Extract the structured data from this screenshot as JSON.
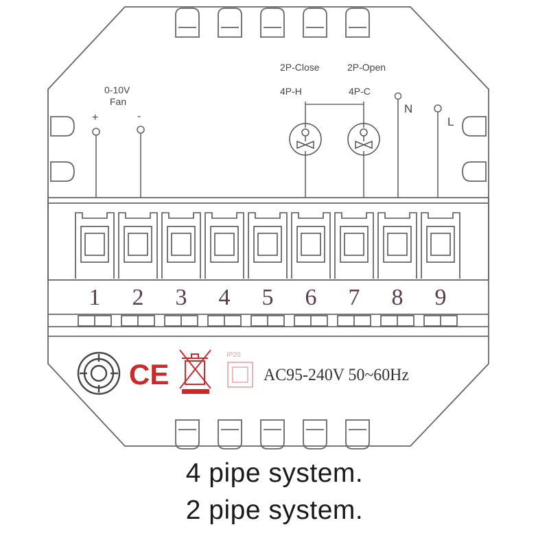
{
  "fan": {
    "label_top": "0-10V",
    "label_bottom": "Fan",
    "plus": "+",
    "minus": "-"
  },
  "valves": {
    "left": {
      "label_2p": "2P-Close",
      "label_4p": "4P-H"
    },
    "right": {
      "label_2p": "2P-Open",
      "label_4p": "4P-C"
    }
  },
  "power": {
    "neutral": "N",
    "live": "L"
  },
  "terminals": [
    "1",
    "2",
    "3",
    "4",
    "5",
    "6",
    "7",
    "8",
    "9"
  ],
  "rating": {
    "ip": "IP20",
    "voltage": "AC95-240V  50~60Hz",
    "ce": "CE"
  },
  "captions": [
    "4 pipe system.",
    "2 pipe system."
  ],
  "colors": {
    "line": "#555555",
    "terminal_number": "#5a3c4e",
    "mark_red": "#cc2a2a",
    "ip_mark": "#e8a0a0",
    "caption": "#1a1a1a"
  }
}
